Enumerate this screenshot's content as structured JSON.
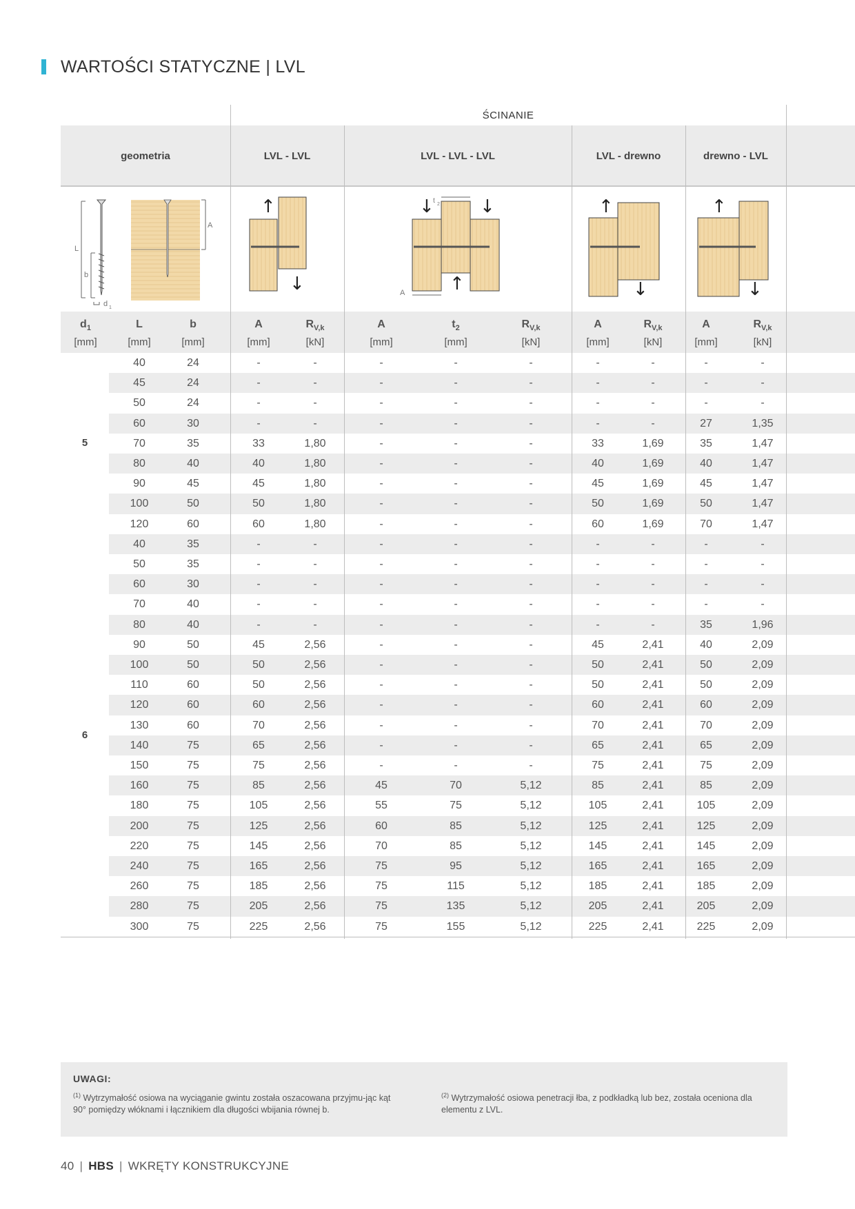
{
  "page_title": "WARTOŚCI STATYCZNE | LVL",
  "table": {
    "group_header": "ŚCINANIE",
    "sections": [
      "geometria",
      "LVL - LVL",
      "LVL - LVL - LVL",
      "LVL - drewno",
      "drewno - LVL"
    ],
    "diagram_labels": {
      "L": "L",
      "b": "b",
      "d1": "d",
      "d1_sub": "1",
      "A": "A",
      "t2": "t",
      "t2_sub": "2"
    },
    "columns": [
      {
        "sym": "d",
        "sub": "1",
        "unit": "[mm]"
      },
      {
        "sym": "L",
        "sub": "",
        "unit": "[mm]"
      },
      {
        "sym": "b",
        "sub": "",
        "unit": "[mm]"
      },
      {
        "sym": "A",
        "sub": "",
        "unit": "[mm]"
      },
      {
        "sym": "R",
        "sub": "V,k",
        "unit": "[kN]"
      },
      {
        "sym": "A",
        "sub": "",
        "unit": "[mm]"
      },
      {
        "sym": "t",
        "sub": "2",
        "unit": "[mm]"
      },
      {
        "sym": "R",
        "sub": "V,k",
        "unit": "[kN]"
      },
      {
        "sym": "A",
        "sub": "",
        "unit": "[mm]"
      },
      {
        "sym": "R",
        "sub": "V,k",
        "unit": "[kN]"
      },
      {
        "sym": "A",
        "sub": "",
        "unit": "[mm]"
      },
      {
        "sym": "R",
        "sub": "V,k",
        "unit": "[kN]"
      }
    ],
    "groups": [
      {
        "d1": "5",
        "rows": [
          [
            "40",
            "24",
            "-",
            "-",
            "-",
            "-",
            "-",
            "-",
            "-",
            "-",
            "-"
          ],
          [
            "45",
            "24",
            "-",
            "-",
            "-",
            "-",
            "-",
            "-",
            "-",
            "-",
            "-"
          ],
          [
            "50",
            "24",
            "-",
            "-",
            "-",
            "-",
            "-",
            "-",
            "-",
            "-",
            "-"
          ],
          [
            "60",
            "30",
            "-",
            "-",
            "-",
            "-",
            "-",
            "-",
            "-",
            "27",
            "1,35"
          ],
          [
            "70",
            "35",
            "33",
            "1,80",
            "-",
            "-",
            "-",
            "33",
            "1,69",
            "35",
            "1,47"
          ],
          [
            "80",
            "40",
            "40",
            "1,80",
            "-",
            "-",
            "-",
            "40",
            "1,69",
            "40",
            "1,47"
          ],
          [
            "90",
            "45",
            "45",
            "1,80",
            "-",
            "-",
            "-",
            "45",
            "1,69",
            "45",
            "1,47"
          ],
          [
            "100",
            "50",
            "50",
            "1,80",
            "-",
            "-",
            "-",
            "50",
            "1,69",
            "50",
            "1,47"
          ],
          [
            "120",
            "60",
            "60",
            "1,80",
            "-",
            "-",
            "-",
            "60",
            "1,69",
            "70",
            "1,47"
          ]
        ]
      },
      {
        "d1": "6",
        "rows": [
          [
            "40",
            "35",
            "-",
            "-",
            "-",
            "-",
            "-",
            "-",
            "-",
            "-",
            "-"
          ],
          [
            "50",
            "35",
            "-",
            "-",
            "-",
            "-",
            "-",
            "-",
            "-",
            "-",
            "-"
          ],
          [
            "60",
            "30",
            "-",
            "-",
            "-",
            "-",
            "-",
            "-",
            "-",
            "-",
            "-"
          ],
          [
            "70",
            "40",
            "-",
            "-",
            "-",
            "-",
            "-",
            "-",
            "-",
            "-",
            "-"
          ],
          [
            "80",
            "40",
            "-",
            "-",
            "-",
            "-",
            "-",
            "-",
            "-",
            "35",
            "1,96"
          ],
          [
            "90",
            "50",
            "45",
            "2,56",
            "-",
            "-",
            "-",
            "45",
            "2,41",
            "40",
            "2,09"
          ],
          [
            "100",
            "50",
            "50",
            "2,56",
            "-",
            "-",
            "-",
            "50",
            "2,41",
            "50",
            "2,09"
          ],
          [
            "110",
            "60",
            "50",
            "2,56",
            "-",
            "-",
            "-",
            "50",
            "2,41",
            "50",
            "2,09"
          ],
          [
            "120",
            "60",
            "60",
            "2,56",
            "-",
            "-",
            "-",
            "60",
            "2,41",
            "60",
            "2,09"
          ],
          [
            "130",
            "60",
            "70",
            "2,56",
            "-",
            "-",
            "-",
            "70",
            "2,41",
            "70",
            "2,09"
          ],
          [
            "140",
            "75",
            "65",
            "2,56",
            "-",
            "-",
            "-",
            "65",
            "2,41",
            "65",
            "2,09"
          ],
          [
            "150",
            "75",
            "75",
            "2,56",
            "-",
            "-",
            "-",
            "75",
            "2,41",
            "75",
            "2,09"
          ],
          [
            "160",
            "75",
            "85",
            "2,56",
            "45",
            "70",
            "5,12",
            "85",
            "2,41",
            "85",
            "2,09"
          ],
          [
            "180",
            "75",
            "105",
            "2,56",
            "55",
            "75",
            "5,12",
            "105",
            "2,41",
            "105",
            "2,09"
          ],
          [
            "200",
            "75",
            "125",
            "2,56",
            "60",
            "85",
            "5,12",
            "125",
            "2,41",
            "125",
            "2,09"
          ],
          [
            "220",
            "75",
            "145",
            "2,56",
            "70",
            "85",
            "5,12",
            "145",
            "2,41",
            "145",
            "2,09"
          ],
          [
            "240",
            "75",
            "165",
            "2,56",
            "75",
            "95",
            "5,12",
            "165",
            "2,41",
            "165",
            "2,09"
          ],
          [
            "260",
            "75",
            "185",
            "2,56",
            "75",
            "115",
            "5,12",
            "185",
            "2,41",
            "185",
            "2,09"
          ],
          [
            "280",
            "75",
            "205",
            "2,56",
            "75",
            "135",
            "5,12",
            "205",
            "2,41",
            "205",
            "2,09"
          ],
          [
            "300",
            "75",
            "225",
            "2,56",
            "75",
            "155",
            "5,12",
            "225",
            "2,41",
            "225",
            "2,09"
          ]
        ]
      }
    ]
  },
  "notes": {
    "title": "UWAGI:",
    "note1_mark": "(1)",
    "note1_text": "Wytrzymałość osiowa na wyciąganie gwintu została oszacowana przyjmu-jąc kąt 90° pomiędzy włóknami i łącznikiem dla długości wbijania równej b.",
    "note2_mark": "(2)",
    "note2_text": "Wytrzymałość osiowa penetracji łba, z podkładką lub bez, została oceniona dla elementu z LVL."
  },
  "footer": {
    "page_number": "40",
    "product": "HBS",
    "section": "WKRĘTY KONSTRUKCYJNE"
  },
  "colors": {
    "accent": "#2fb3d3",
    "header_bg": "#ebebeb",
    "wood": "#f2d9a8"
  }
}
